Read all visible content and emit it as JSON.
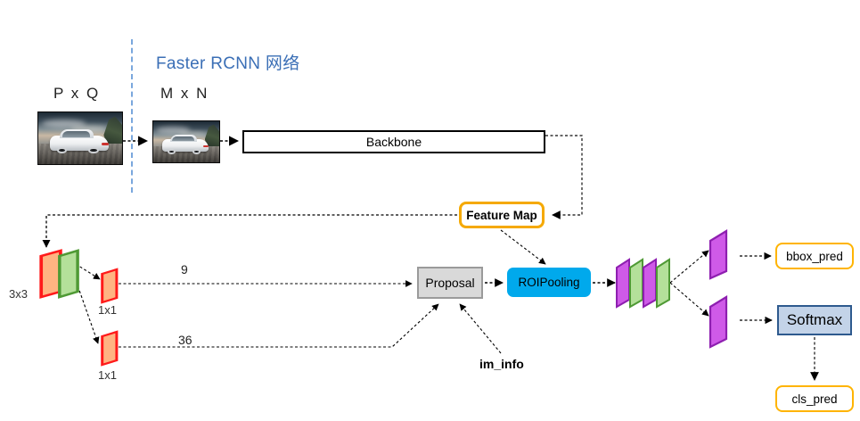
{
  "diagram": {
    "title_cn": "Faster RCNN 网络",
    "divider": {
      "name": "section-divider",
      "color": "#7aa7dd"
    },
    "input_stage": {
      "pq_label": "P x Q",
      "mn_label": "M x N",
      "photo_alt": "white sedan car on wooden deck at sunset"
    },
    "backbone": {
      "label": "Backbone"
    },
    "feature_map": {
      "label": "Feature Map",
      "border_color": "#f5a900"
    },
    "rpn": {
      "conv3x3_label": "3x3",
      "conv1x1_cls_label": "1x1",
      "conv1x1_reg_label": "1x1",
      "cls_channels": "9",
      "reg_channels": "36"
    },
    "proposal": {
      "label": "Proposal",
      "fill": "#d9d9d9"
    },
    "im_info": {
      "label": "im_info"
    },
    "roipooling": {
      "label": "ROIPooling",
      "fill": "#00a9ec"
    },
    "heads": {
      "bbox_pred": {
        "label": "bbox_pred",
        "border_color": "#ffb400"
      },
      "softmax": {
        "label": "Softmax",
        "fill": "#c3d3e8",
        "border_color": "#2e5a8e"
      },
      "cls_pred": {
        "label": "cls_pred",
        "border_color": "#ffb400"
      }
    },
    "palette": {
      "conv_orange_fill": "#ffb482",
      "conv_orange_stroke": "#ff1a1a",
      "conv_green_fill": "#b4e09a",
      "conv_green_stroke": "#4f9a35",
      "fc_purple_fill": "#cf5ae8",
      "fc_purple_stroke": "#8e1fb0",
      "fc_green_fill": "#b4e09a",
      "fc_green_stroke": "#4f9a35"
    }
  }
}
